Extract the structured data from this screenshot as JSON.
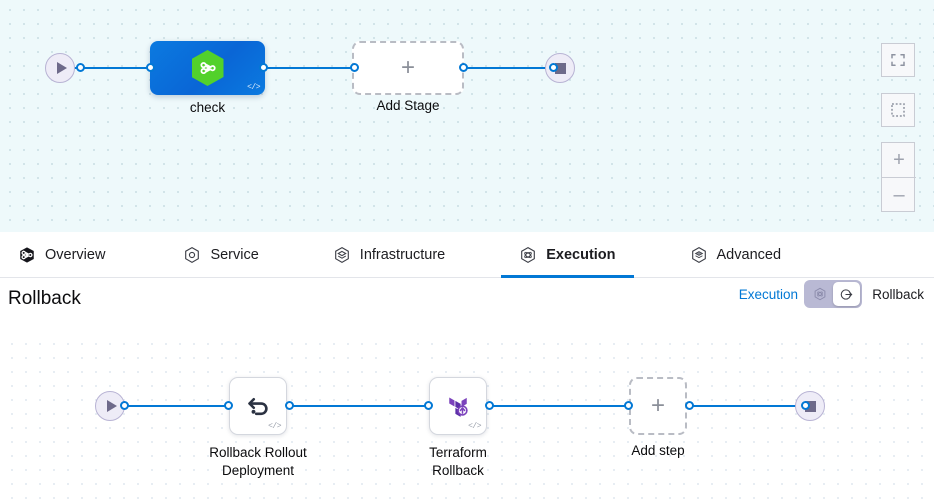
{
  "top_canvas": {
    "start_node": {
      "name": "pipeline-start",
      "icon": "play-icon"
    },
    "end_node": {
      "name": "pipeline-end",
      "icon": "stop-icon"
    },
    "stage": {
      "label": "check",
      "icon": "harness-hexagon-icon",
      "code_badge": "</>"
    },
    "add_stage": {
      "label": "Add Stage",
      "icon": "plus-icon"
    },
    "controls": {
      "fit_label": "fit-screen-icon",
      "select_label": "marquee-select-icon",
      "zoom_in": "+",
      "zoom_out": "–"
    },
    "colors": {
      "edge": "#0278d5",
      "stage_gradient_start": "#0b7ae0",
      "stage_gradient_end": "#0a66d6",
      "harness_green": "#52d12b",
      "canvas_bg": "#eef9fb"
    }
  },
  "tabs": [
    {
      "label": "Overview",
      "icon": "harness-hexagon-icon",
      "active": false
    },
    {
      "label": "Service",
      "icon": "service-hexagon-icon",
      "active": false
    },
    {
      "label": "Infrastructure",
      "icon": "layers-hexagon-icon",
      "active": false
    },
    {
      "label": "Execution",
      "icon": "execution-hexagon-icon",
      "active": true
    },
    {
      "label": "Advanced",
      "icon": "advanced-hexagon-icon",
      "active": false
    }
  ],
  "rollback_header": {
    "title": "Rollback",
    "switch_left_label": "Execution",
    "switch_right_label": "Rollback",
    "selected": "Rollback",
    "left_icon": "execution-hexagon-icon",
    "right_icon": "rollback-arrow-icon",
    "accent_color": "#0278d5"
  },
  "bottom_canvas": {
    "start_node": {
      "name": "rollback-start",
      "icon": "play-icon"
    },
    "end_node": {
      "name": "rollback-end",
      "icon": "stop-icon"
    },
    "steps": [
      {
        "label": "Rollback Rollout\nDeployment",
        "line1": "Rollback Rollout",
        "line2": "Deployment",
        "icon": "rollback-undo-icon",
        "code_badge": "</>"
      },
      {
        "label": "Terraform Rollback",
        "line1": "Terraform",
        "line2": "Rollback",
        "icon": "terraform-rollback-icon",
        "code_badge": "</>"
      }
    ],
    "add_step": {
      "label": "Add step",
      "icon": "plus-icon"
    },
    "colors": {
      "edge": "#0278d5",
      "terraform_purple": "#7b42bc",
      "canvas_bg": "#ffffff"
    }
  }
}
